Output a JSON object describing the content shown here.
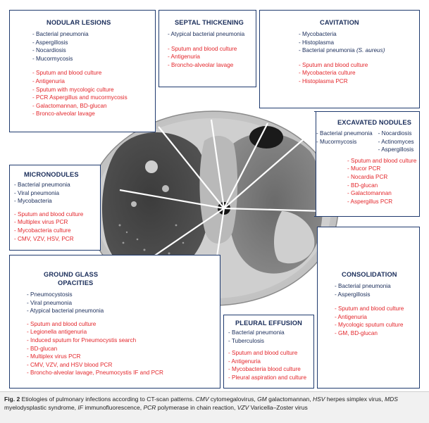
{
  "figure": {
    "boxes": {
      "nodular": {
        "title": "NODULAR LESIONS",
        "causes": [
          "- Bacterial pneumonia",
          "- Aspergillosis",
          "- Nocardiosis",
          "- Mucormycosis"
        ],
        "tests": [
          "- Sputum and blood culture",
          "- Antigenuria",
          "- Sputum with mycologic culture",
          "- PCR Aspergillus and mucormycosis",
          "- Galactomannan, BD-glucan",
          "- Bronco-alveolar lavage"
        ]
      },
      "septal": {
        "title": "SEPTAL THICKENING",
        "causes": [
          "- Atypical bacterial pneumonia"
        ],
        "tests": [
          "- Sputum and blood culture",
          "- Antigenuria",
          "- Broncho-alveolar lavage"
        ]
      },
      "cavitation": {
        "title": "CAVITATION",
        "causes": [
          "- Mycobacteria",
          "- Histoplasma",
          "- Bacterial pneumonia"
        ],
        "causes_italic_suffix": "(S. aureus)",
        "tests": [
          "- Sputum and blood culture",
          "- Mycobacteria culture",
          "- Histoplasma PCR"
        ]
      },
      "excavated": {
        "title": "EXCAVATED NODULES",
        "causes_left": [
          "- Bacterial pneumonia",
          "- Mucormycosis"
        ],
        "causes_right": [
          "- Nocardiosis",
          "- Actinomyces",
          "- Aspergillosis"
        ],
        "tests": [
          "- Sputum and blood culture",
          "- Mucor PCR",
          "- Nocardia PCR",
          "- BD-glucan",
          "- Galactomannan",
          "- Aspergillus PCR"
        ]
      },
      "micronodules": {
        "title": "MICRONODULES",
        "causes": [
          "- Bacterial pneumonia",
          "- Viral pneumonia",
          "- Mycobacteria"
        ],
        "tests": [
          "- Sputum and blood culture",
          "- Multiplex virus PCR",
          "- Mycobacteria culture",
          "- CMV, VZV, HSV, PCR"
        ]
      },
      "ggo": {
        "title_line1": "GROUND GLASS",
        "title_line2": "OPACITIES",
        "causes": [
          "- Pneumocystosis",
          "- Viral pneumonia",
          "- Atypical bacterial pneumonia"
        ],
        "tests": [
          "- Sputum and blood culture",
          "- Legionella antigenuria",
          "- Induced sputum for Pneumocystis search",
          "- BD-glucan",
          "- Multiplex virus PCR",
          "- CMV, VZV, and HSV blood PCR",
          "- Broncho-alveolar lavage, Pneumocystis IF and PCR"
        ]
      },
      "pleural": {
        "title": "PLEURAL EFFUSION",
        "causes": [
          "- Bacterial pneumonia",
          "- Tuberculosis"
        ],
        "tests": [
          "- Sputum and blood culture",
          "- Antigenuria",
          "- Mycobacteria blood culture",
          "- Pleural aspiration and culture"
        ]
      },
      "consolidation": {
        "title": "CONSOLIDATION",
        "causes": [
          "- Bacterial pneumonia",
          "- Aspergillosis"
        ],
        "tests": [
          "- Sputum and blood culture",
          "- Antigenuria",
          "- Mycologic sputum culture",
          "- GM, BD-glucan"
        ]
      }
    },
    "colors": {
      "border": "#1f3a6e",
      "causes_text": "#1a2d5a",
      "tests_text": "#e3262b"
    },
    "caption": {
      "label": "Fig. 2",
      "text_a": " Etiologies of pulmonary infections according to CT-scan patterns. ",
      "cmv_abbr": "CMV",
      "cmv_def": " cytomegalovirus, ",
      "gm_abbr": "GM",
      "gm_def": " galactomannan, ",
      "hsv_abbr": "HSV",
      "hsv_def": " herpes simplex virus, ",
      "mds_abbr": "MDS",
      "mds_def": " myelodysplastic syndrome, ",
      "if_abbr": "IF",
      "if_def": " immunofluorescence, ",
      "pcr_abbr": "PCR",
      "pcr_def": " polymerase in chain reaction, ",
      "vzv_abbr": "VZV",
      "vzv_def": " Varicella–Zoster virus"
    }
  }
}
